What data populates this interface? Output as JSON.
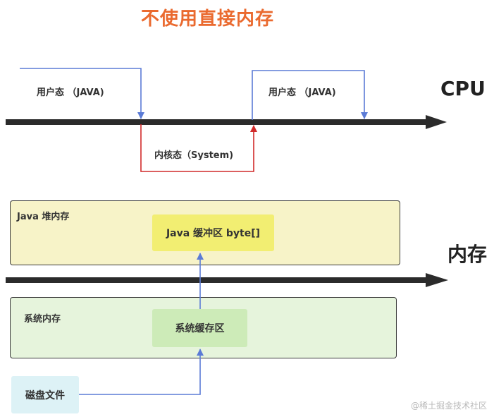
{
  "title": "不使用直接内存",
  "cpu": {
    "axis_label": "CPU",
    "user_mode_left": "用户态 （JAVA)",
    "user_mode_right": "用户态 （JAVA)",
    "kernel_mode": "内核态（System)"
  },
  "memory": {
    "axis_label": "内存",
    "java_heap_title": "Java 堆内存",
    "java_buffer": "Java 缓冲区 byte[]",
    "system_memory_title": "系统内存",
    "system_buffer": "系统缓存区"
  },
  "disk_file": "磁盘文件",
  "watermark": "@稀土掘金技术社区",
  "colors": {
    "title": "#ea6a2f",
    "user_path": "#5b7bd6",
    "kernel_path": "#d12a2a",
    "axis": "#2b2b2b",
    "java_heap_bg": "#f7f3c8",
    "java_buffer_bg": "#f2ee72",
    "system_memory_bg": "#e6f4dc",
    "system_buffer_bg": "#cdebb8",
    "disk_bg": "#ddf2f6"
  }
}
